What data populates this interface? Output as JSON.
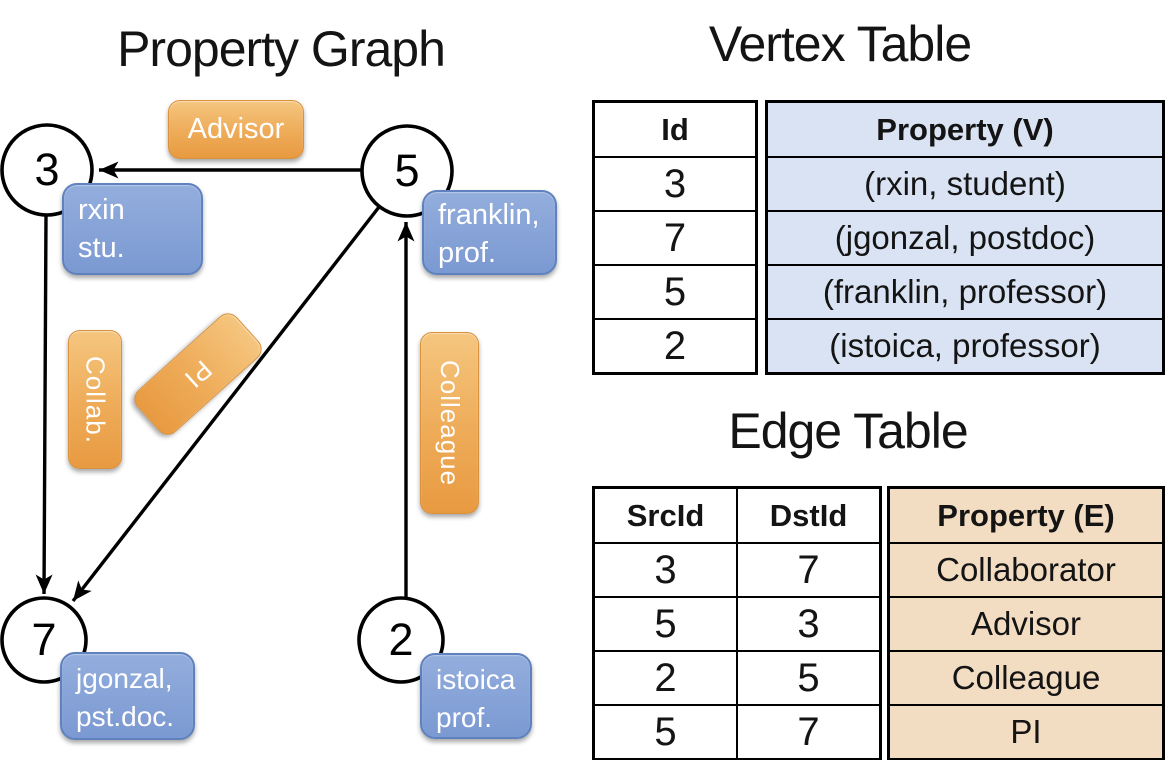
{
  "diagram": {
    "title": "Property Graph",
    "vertices": [
      {
        "id": "3",
        "prop_line1": "rxin",
        "prop_line2": "stu."
      },
      {
        "id": "5",
        "prop_line1": "franklin,",
        "prop_line2": "prof."
      },
      {
        "id": "7",
        "prop_line1": "jgonzal,",
        "prop_line2": "pst.doc."
      },
      {
        "id": "2",
        "prop_line1": "istoica",
        "prop_line2": "prof."
      }
    ],
    "edges": [
      {
        "src": "5",
        "dst": "3",
        "label": "Advisor"
      },
      {
        "src": "3",
        "dst": "7",
        "label": "Collab."
      },
      {
        "src": "5",
        "dst": "7",
        "label": "PI"
      },
      {
        "src": "2",
        "dst": "5",
        "label": "Colleague"
      }
    ]
  },
  "vertex_table": {
    "title": "Vertex Table",
    "columns": {
      "id": "Id",
      "property": "Property (V)"
    },
    "rows": [
      {
        "id": "3",
        "property": "(rxin, student)"
      },
      {
        "id": "7",
        "property": "(jgonzal, postdoc)"
      },
      {
        "id": "5",
        "property": "(franklin, professor)"
      },
      {
        "id": "2",
        "property": "(istoica, professor)"
      }
    ]
  },
  "edge_table": {
    "title": "Edge Table",
    "columns": {
      "src": "SrcId",
      "dst": "DstId",
      "property": "Property (E)"
    },
    "rows": [
      {
        "src": "3",
        "dst": "7",
        "property": "Collaborator"
      },
      {
        "src": "5",
        "dst": "3",
        "property": "Advisor"
      },
      {
        "src": "2",
        "dst": "5",
        "property": "Colleague"
      },
      {
        "src": "5",
        "dst": "7",
        "property": "PI"
      }
    ]
  },
  "colors": {
    "orange_top": "#f5c67f",
    "orange_bottom": "#e89a41",
    "blue_top": "#93aedd",
    "blue_bottom": "#7b99d2",
    "vertex_property_fill": "#dae3f3",
    "edge_property_fill": "#f2dcc2",
    "line_color": "#000000"
  }
}
